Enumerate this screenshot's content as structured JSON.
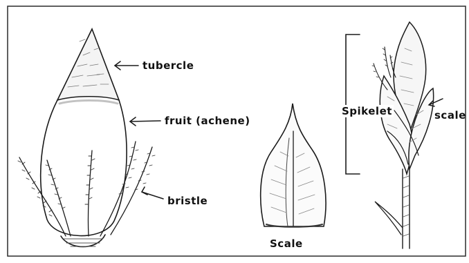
{
  "labels": {
    "tubercle": "tubercle",
    "fruit": "fruit (achene)",
    "bristle": "bristle",
    "scale_center": "Scale",
    "spikelet": "Spikelet",
    "scale_right": "scale"
  },
  "colors": {
    "ink": "#1a1a1a",
    "shade": "#8a8a8a",
    "paper": "#ffffff"
  }
}
